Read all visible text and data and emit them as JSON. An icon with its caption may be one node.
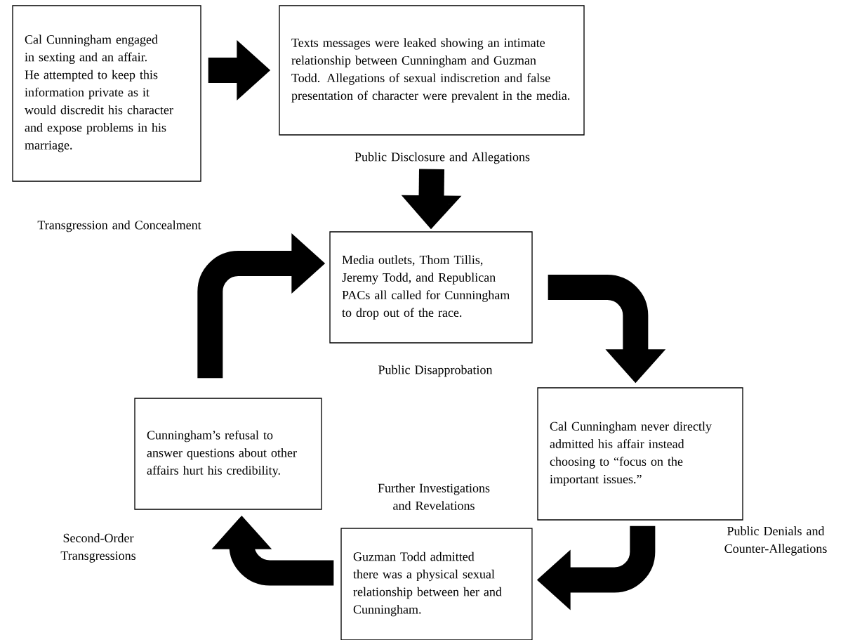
{
  "diagram": {
    "nodes": [
      {
        "text": [
          "Cal Cunningham engaged in sexting and an affair. He attempted to keep this information private as it would discredit his character and expose problems in his marriage."
        ],
        "beside": [
          "Transgression and Concealment"
        ]
      },
      {
        "text": [
          "Texts messages were leaked showing an intimate relationship between Cunningham and Guzman Todd. Allegations of sexual indiscretion and false presentation of character were prevalent in the media."
        ],
        "beside": [
          "Public Disclosure and Allegations"
        ]
      },
      {
        "text": [
          "Media outlets, Thom Tillis, Jeremy Todd, and Republican PACs all called for Cunningham to drop out of the race."
        ],
        "beside": [
          "Public Disapprobation"
        ]
      },
      {
        "text": [
          "Cal Cunningham never directly admitted his affair instead choosing to “focus on the important issues.”"
        ],
        "beside": [
          "Public Denials and Counter-Allegations"
        ]
      },
      {
        "text": [
          "Guzman Todd admitted there was a physical sexual relationship between her and Cunningham."
        ],
        "beside": [
          "Further Investigations and Revelations"
        ]
      },
      {
        "text": [
          "Cunningham’s refusal to answer questions about other affairs hurt his credibility."
        ],
        "beside": [
          "Second-Order Transgressions"
        ]
      }
    ],
    "edges": [
      {
        "from": 0,
        "to": 1,
        "arrow": "to"
      },
      {
        "from": 1,
        "to": 2,
        "arrow": "to"
      },
      {
        "from": 2,
        "to": 3,
        "arrow": "to"
      },
      {
        "from": 3,
        "to": 4,
        "arrow": "to"
      },
      {
        "from": 4,
        "to": 5,
        "arrow": "to"
      },
      {
        "from": 5,
        "to": 2,
        "arrow": "to"
      }
    ]
  }
}
